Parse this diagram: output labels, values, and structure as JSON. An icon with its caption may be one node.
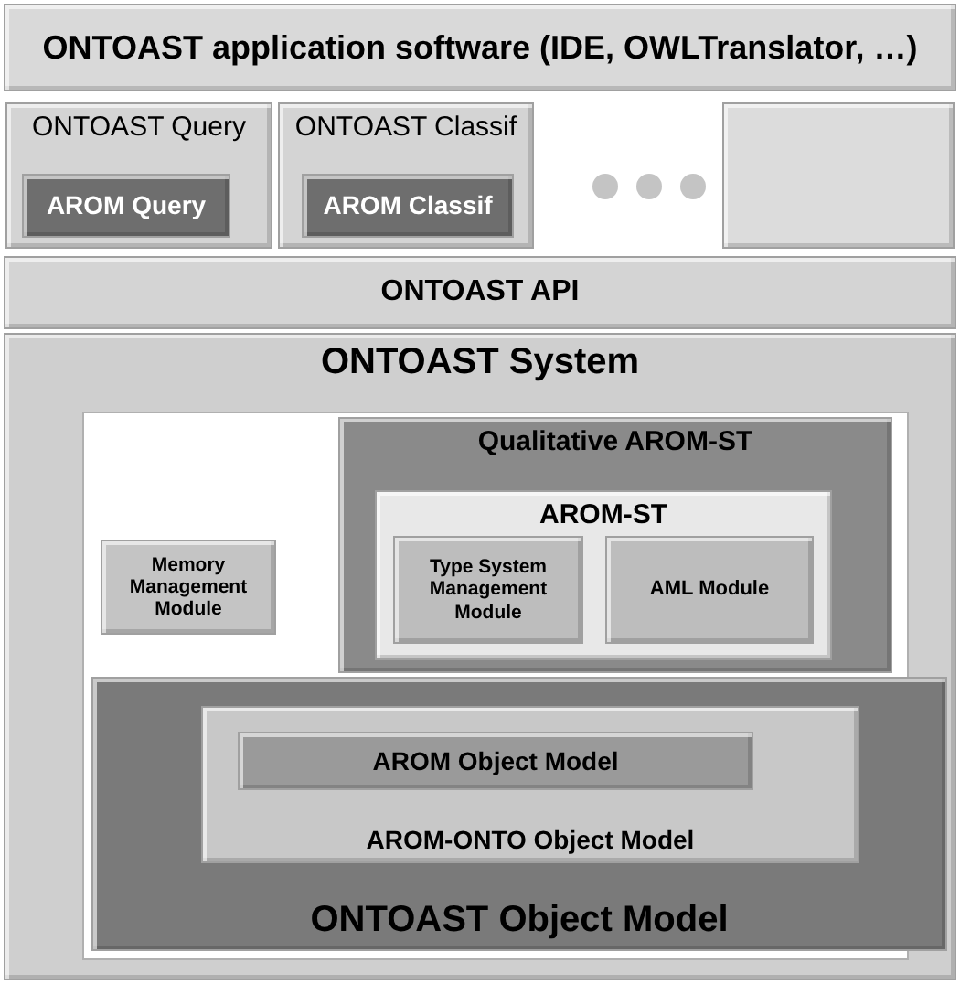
{
  "diagram": {
    "nodes": [
      {
        "text": [
          "ONTOAST application software (IDE, OWLTranslator, …)"
        ]
      },
      {
        "text": [
          "ONTOAST Query"
        ]
      },
      {
        "text": [
          "AROM Query"
        ],
        "in": 1
      },
      {
        "text": [
          "ONTOAST Classif"
        ]
      },
      {
        "text": [
          "AROM Classif"
        ],
        "in": 3
      },
      {
        "text": [],
        "shape": "box"
      },
      {
        "text": [
          "ONTOAST API"
        ]
      },
      {
        "text": [
          "ONTOAST System"
        ]
      },
      {
        "text": [
          "Qualitative AROM-ST"
        ],
        "in": 7
      },
      {
        "text": [
          "AROM-ST"
        ],
        "in": 8
      },
      {
        "text": [
          "Type System Management Module"
        ],
        "in": 9
      },
      {
        "text": [
          "AML Module"
        ],
        "in": 9
      },
      {
        "text": [
          "Memory Management Module"
        ],
        "in": 7
      },
      {
        "text": [
          "ONTOAST Object Model"
        ],
        "in": 7
      },
      {
        "text": [
          "AROM-ONTO Object Model"
        ],
        "in": 13
      },
      {
        "text": [
          "AROM Object Model"
        ],
        "in": 14
      }
    ]
  }
}
